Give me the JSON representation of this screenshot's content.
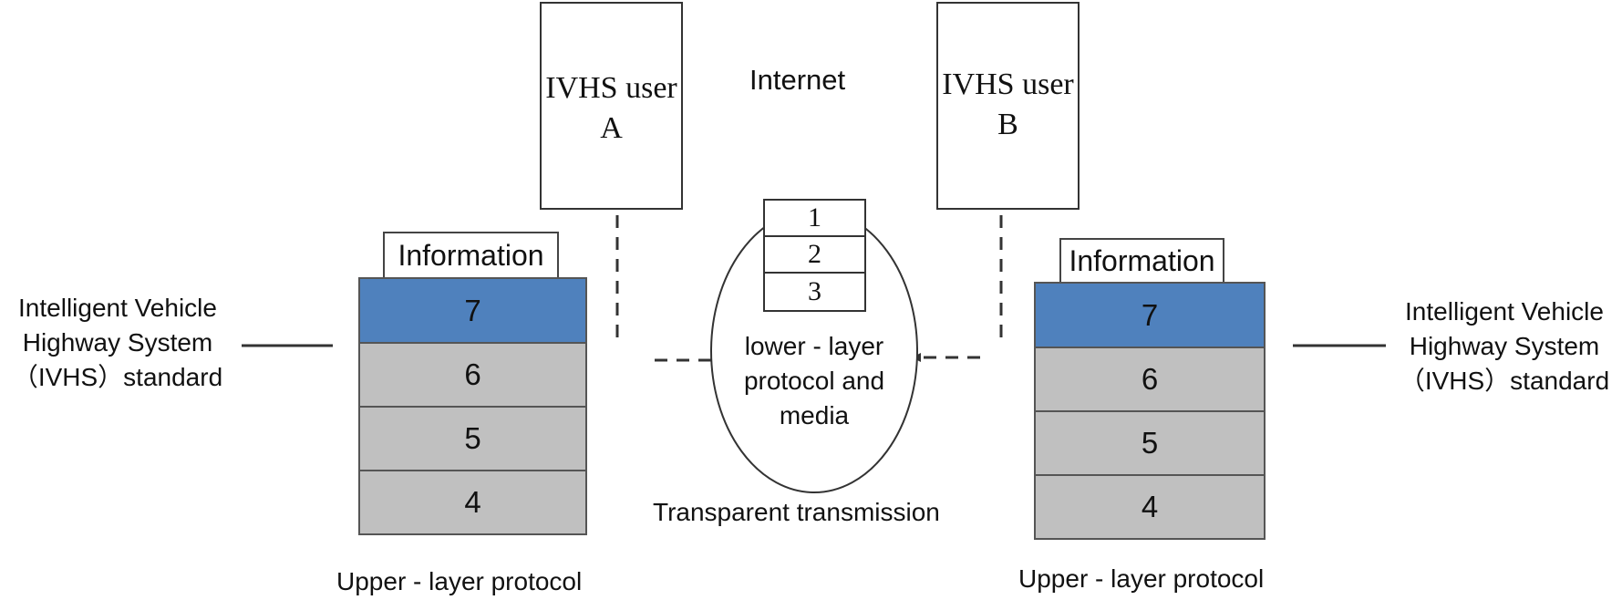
{
  "internet_label": "Internet",
  "user_a": {
    "line1": "IVHS user",
    "line2": "A"
  },
  "user_b": {
    "line1": "IVHS user",
    "line2": "B"
  },
  "left_stack": {
    "info_label": "Information",
    "layers": [
      "7",
      "6",
      "5",
      "4"
    ],
    "caption": "Upper - layer protocol",
    "side_label": {
      "line1": "Intelligent Vehicle",
      "line2": "Highway System",
      "line3": "（IVHS）standard"
    }
  },
  "right_stack": {
    "info_label": "Information",
    "layers": [
      "7",
      "6",
      "5",
      "4"
    ],
    "caption": "Upper - layer protocol",
    "side_label": {
      "line1": "Intelligent Vehicle",
      "line2": "Highway System",
      "line3": "（IVHS）standard"
    }
  },
  "network": {
    "layers": [
      "1",
      "2",
      "3"
    ],
    "text": {
      "line1": "lower - layer",
      "line2": "protocol and",
      "line3": "media"
    },
    "caption": "Transparent transmission"
  },
  "colors": {
    "application_layer": "#4f81bd",
    "other_layers": "#c0c0c0",
    "lines": "#333333"
  }
}
